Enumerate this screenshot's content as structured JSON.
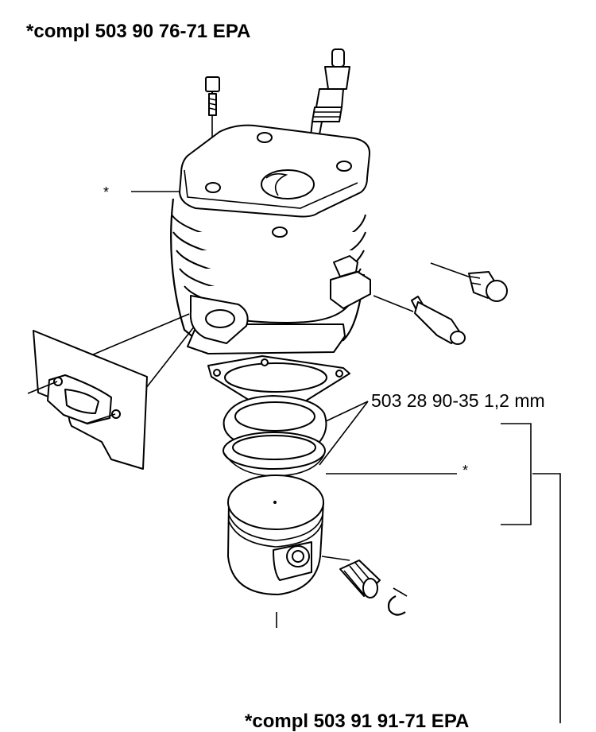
{
  "labels": {
    "assembly_top": "*compl 503 90 76-71 EPA",
    "assembly_bottom": "*compl 503 91 91-71 EPA",
    "ring_part": "503 28 90-35 1,2 mm",
    "cylinder_marker": "*",
    "piston_marker": "*"
  },
  "colors": {
    "line": "#000000",
    "background": "#ffffff"
  }
}
